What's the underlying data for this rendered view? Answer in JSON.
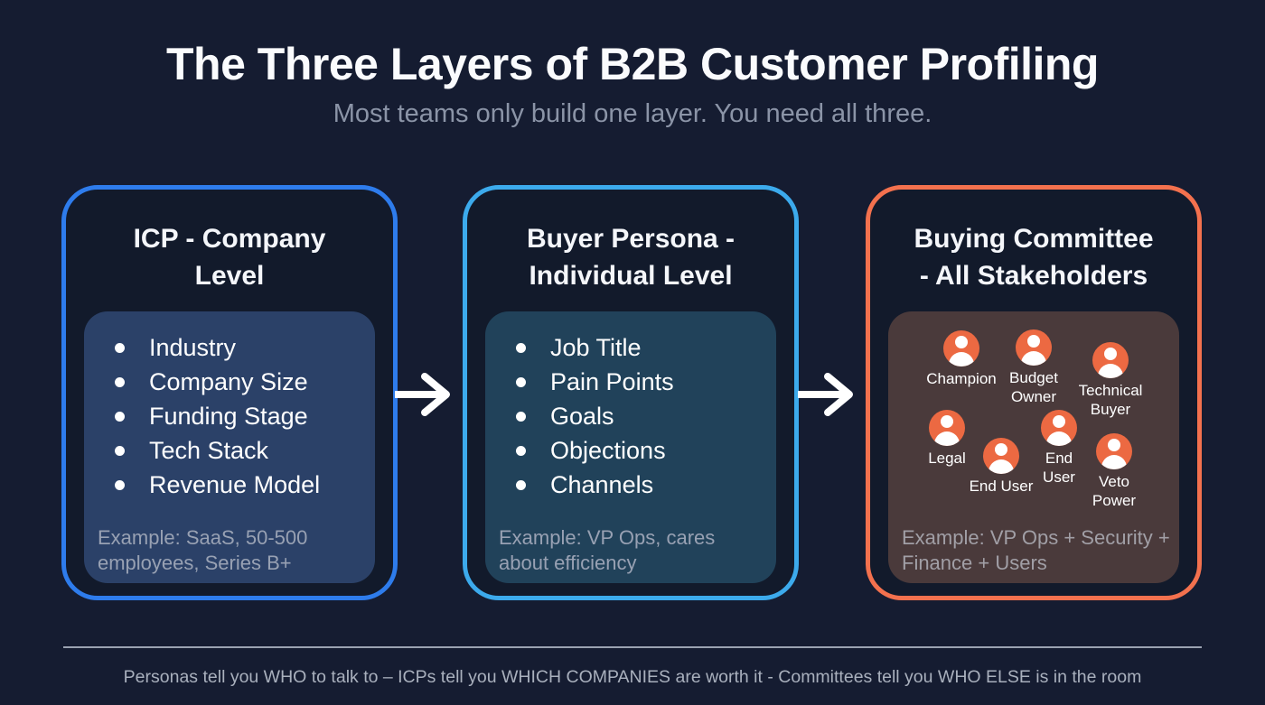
{
  "page": {
    "title": "The Three Layers of B2B Customer Profiling",
    "subtitle": "Most teams only build one layer. You need all three.",
    "footer": "Personas tell you WHO to talk to – ICPs tell you WHICH COMPANIES are worth it - Committees tell you WHO ELSE is in the room"
  },
  "colors": {
    "background": "#151c31",
    "card_background": "#121a2b",
    "icp_border": "#2e7cec",
    "persona_border": "#3caaec",
    "committee_border": "#f3714e",
    "icp_panel": "#2b4168",
    "persona_panel": "#21425a",
    "committee_panel": "#4a3a3b",
    "avatar_orange": "#ec6942",
    "bullet_text": "#ffffff",
    "example_text": "#98a1b3",
    "subtitle_text": "#8b94a7",
    "arrow": "#ffffff"
  },
  "icons": {
    "arrow": "arrow-right-icon",
    "stakeholder": "person-icon"
  },
  "cards": [
    {
      "id": "icp",
      "title_line1": "ICP - Company",
      "title_line2": "Level",
      "bullets": [
        "Industry",
        "Company Size",
        "Funding Stage",
        "Tech Stack",
        "Revenue Model"
      ],
      "example": "Example: SaaS, 50-500 employees, Series B+"
    },
    {
      "id": "persona",
      "title_line1": "Buyer Persona -",
      "title_line2": "Individual Level",
      "bullets": [
        "Job Title",
        "Pain Points",
        "Goals",
        "Objections",
        "Channels"
      ],
      "example": "Example: VP Ops, cares about efficiency"
    },
    {
      "id": "committee",
      "title_line1": "Buying Committee",
      "title_line2": "- All Stakeholders",
      "stakeholders": [
        {
          "label": "Champion"
        },
        {
          "label": "Budget Owner"
        },
        {
          "label": "Technical Buyer"
        },
        {
          "label": "Legal"
        },
        {
          "label": "End User"
        },
        {
          "label": "End User"
        },
        {
          "label": "Veto Power"
        }
      ],
      "example": "Example: VP Ops + Security + Finance + Users"
    }
  ]
}
